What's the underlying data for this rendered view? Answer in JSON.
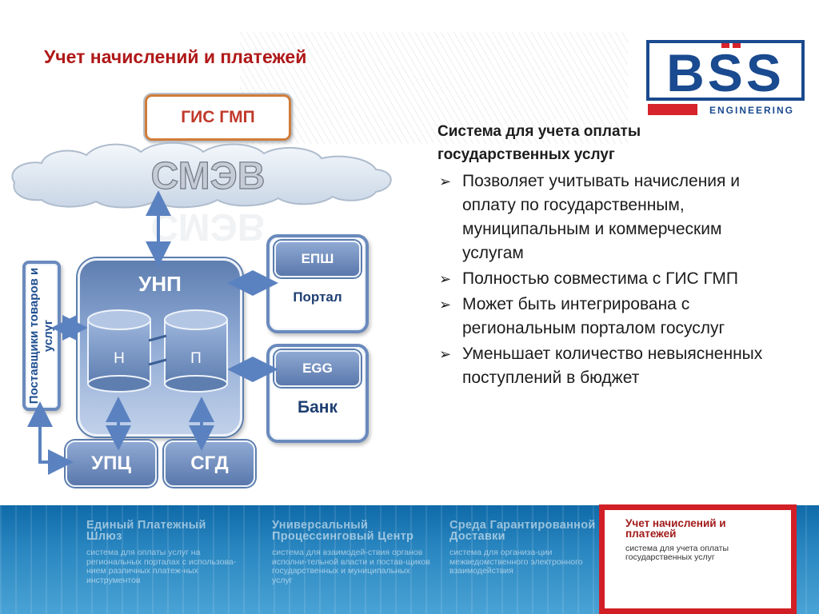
{
  "title": "Учет начислений и платежей",
  "logo": {
    "text": "BSS",
    "subtitle": "ENGINEERING",
    "color": "#1a4a8f",
    "accent": "#d7232b"
  },
  "right_panel": {
    "heading": "Система для учета оплаты государственных услуг",
    "bullets": [
      "Позволяет учитывать начисления и оплату по государственным, муниципальным и коммерческим услугам",
      "Полностью совместима с ГИС ГМП",
      "Может быть интегрирована с региональным порталом госуслуг",
      "Уменьшает количество невыясненных поступлений в бюджет"
    ]
  },
  "diagram": {
    "gis": "ГИС ГМП",
    "cloud": "СМЭВ",
    "unp": "УНП",
    "cylinder_n": "Н",
    "cylinder_p": "П",
    "epsh": "ЕПШ",
    "portal": "Портал",
    "egg": "EGG",
    "bank": "Банк",
    "upc": "УПЦ",
    "sgd": "СГД",
    "suppliers": "Поставщики товаров и услуг"
  },
  "footer": {
    "blocks": [
      {
        "title": "Единый Платежный Шлюз",
        "desc": "система для оплаты услуг на региональных порталах с использова-нием различных платеж-ных инструментов"
      },
      {
        "title": "Универсальный Процессинговый Центр",
        "desc": "система для взаимодей-ствия органов исполни-тельной власти и постав-щиков государственных и муниципальных услуг"
      },
      {
        "title": "Среда Гарантированной Доставки",
        "desc": "система для организа-ции межведомственного электронного взаимодействия"
      }
    ],
    "active": {
      "title": "Учет начислений и платежей",
      "desc": "система для учета оплаты государственных услуг"
    }
  },
  "colors": {
    "title": "#b01818",
    "box_blue": "#5b7dad",
    "arrow": "#5b82c0",
    "footer": "#2a86c0",
    "active_border": "#d21f26"
  }
}
